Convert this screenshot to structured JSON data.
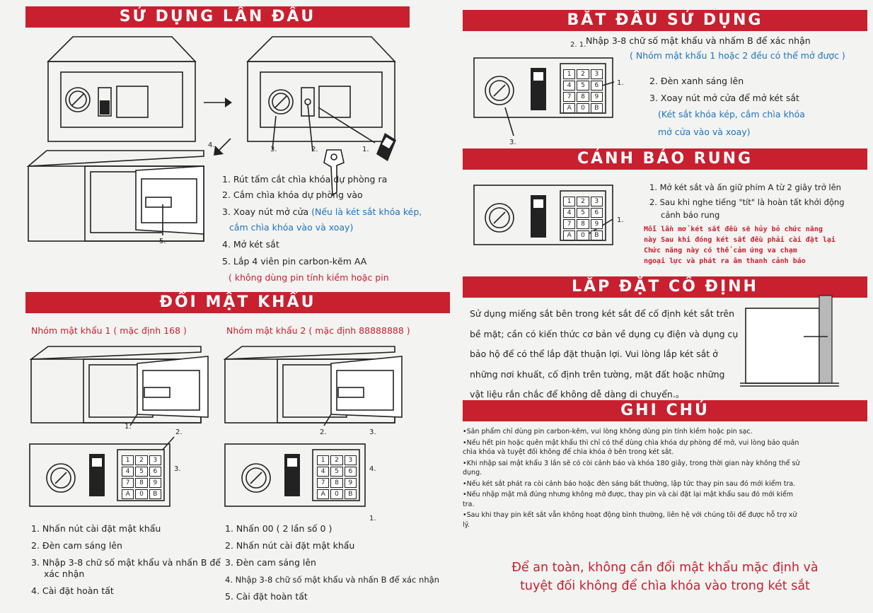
{
  "first_use": {
    "title": "SỬ DỤNG LẦN ĐẦU",
    "arrow_label": "4.",
    "callouts": [
      "3.",
      "2.",
      "1.",
      "5."
    ],
    "steps": [
      "1. Rút tấm cắt chìa khóa dự phòng ra",
      "2. Cắm chìa khóa dự phòng vào",
      "3. Xoay nút mở cửa",
      "4. Mở két sắt",
      "5. Lắp 4 viên pin carbon-kẽm AA"
    ],
    "step3_note": "(Nếu là két sắt khóa kép,",
    "step3_note2": "cắm chìa khóa vào và xoay)",
    "step5_note": "( không dùng pin tính kiềm hoặc pin"
  },
  "change_pw": {
    "title": "ĐỔI MẬT KHẨU",
    "group1_title": "Nhóm mật khẩu 1 ( mặc định 168 )",
    "group2_title": "Nhóm mật khẩu 2 ( mặc định 88888888 )",
    "group1_callouts": [
      "1.",
      "2.",
      "3."
    ],
    "group2_callouts": [
      "2.",
      "3.",
      "4.",
      "1."
    ],
    "group1_steps": [
      "1.  Nhấn nút cài đặt mật khẩu",
      "2.  Đèn cam sáng lên",
      "3.  Nhập 3-8 chữ số mật khẩu và nhấn B để",
      "xác nhận",
      "4.  Cài đặt hoàn tất"
    ],
    "group2_steps": [
      "1.  Nhấn 00 ( 2 lần số 0 )",
      "2.  Nhấn nút cài đặt mật khẩu",
      "3.  Đèn cam sáng lên",
      "4.  Nhập 3-8 chữ số mật khẩu và nhấn B để xác nhận",
      "5.  Cài đặt hoàn tất"
    ]
  },
  "start_use": {
    "title": "BẮT ĐẦU SỬ DỤNG",
    "step1_prefix": "2. 1.",
    "step1": "Nhập 3-8 chữ số mật khẩu và nhấm B để xác nhận",
    "step1_note": "( Nhóm mật khẩu 1 hoặc 2 đều có thể mở được )",
    "callout1": "1.",
    "callout3": "3.",
    "step2": "2. Đèn xanh sáng lên",
    "step3": "3. Xoay nút mở cửa để mở két sắt",
    "step3_note1": "(Két sắt khóa kép, cắm chìa khóa",
    "step3_note2": "mở cửa vào và xoay)"
  },
  "vibration": {
    "title": "CẢNH BÁO RUNG",
    "callout": "1.",
    "step1": "1.  Mở két sắt và ấn giữ phím A từ 2 giây trở lên",
    "step2": "2.  Sau khi nghe tiếng \"tít\" là hoàn tất khởi động",
    "step2b": "cảnh báo rung",
    "warn": [
      "Mỗi lần mở két sắt đều sẽ hủy bỏ chức năng",
      "này Sau khi đóng két sắt đều phải cài đặt lại",
      "Chức năng này có thể cảm ứng va chạm",
      "ngoại lực và phát ra âm thanh cảnh báo"
    ]
  },
  "mounting": {
    "title": "LẮP ĐẶT CỐ ĐỊNH",
    "lines": [
      "Sử dụng miếng sắt bên trong két sắt để cố định két sắt trên",
      "bề mặt; cần có kiến thức cơ bản về dụng cụ điện và dụng cụ",
      "bảo hộ để có thể lắp đặt thuận lợi. Vui lòng lắp két sắt ở",
      "những nơi khuất, cố định trên tường, mặt đất hoặc những",
      "vật liệu rắn chắc để không dễ dàng di chuyển.。"
    ]
  },
  "notes": {
    "title": "GHI CHÚ",
    "items": [
      "•Sản phẩm chỉ dùng pin carbon-kẽm, vui lòng không dùng pin tính kiềm hoặc pin sạc.",
      "•Nếu hết pin hoặc quên mật khẩu thì chỉ có thể dùng chìa khóa dự phòng để mở, vui lòng bảo quản",
      "chìa khóa và tuyệt đối không để chìa khóa ở bên trong két sắt.",
      "•Khi nhập sai mật khẩu 3 lần sẽ có còi cảnh báo và khóa 180 giây, trong thời gian này không thể sử",
      "dụng.",
      "•Nếu két sắt phát ra còi cảnh báo hoặc đèn sáng bất thường, lập tức thay pin sau đó mới kiểm tra.",
      "•Nếu nhập mật mã đúng nhưng không mở được, thay pin và cài đặt lại mật khẩu sau đó mới kiểm",
      "tra.",
      "•Sau khi thay pin kết sắt vẫn không hoạt động bình thường, liên hệ với chúng tôi để được hỗ trợ xử",
      "lý."
    ],
    "footer1": "Để an toàn, không cần đổi mật khẩu mặc định và",
    "footer2": "tuyệt đối không để chìa khóa vào trong két sắt"
  },
  "keypad": [
    "1",
    "2",
    "3",
    "4",
    "5",
    "6",
    "7",
    "8",
    "9",
    "A",
    "0",
    "B"
  ],
  "colors": {
    "banner": "#c8202f",
    "blue_note": "#1e73be",
    "red_text": "#c8202f"
  }
}
